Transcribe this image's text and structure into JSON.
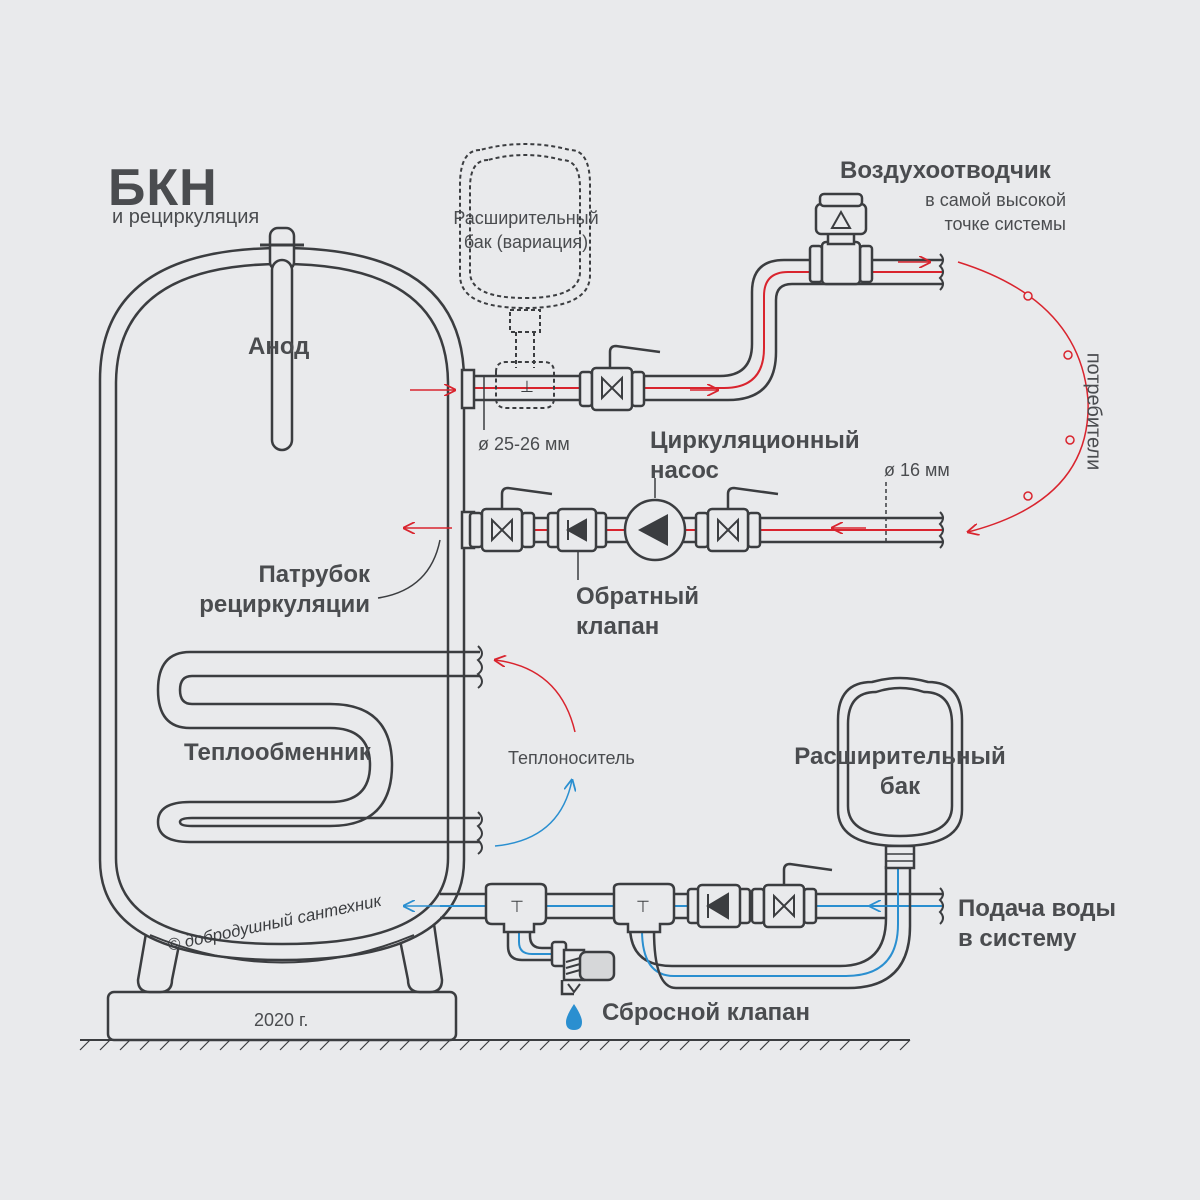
{
  "header": {
    "title": "БКН",
    "subtitle": "и рециркуляция"
  },
  "labels": {
    "anode": "Анод",
    "exp_tank_variant_line1": "Расширительный",
    "exp_tank_variant_line2": "бак (вариация)",
    "air_vent": "Воздухоотводчик",
    "air_vent_note_line1": "в самой высокой",
    "air_vent_note_line2": "точке системы",
    "consumers": "потребители",
    "diameter_main": "ø 25-26 мм",
    "diameter_return": "ø 16 мм",
    "pump_line1": "Циркуляционный",
    "pump_line2": "насос",
    "check_valve_line1": "Обратный",
    "check_valve_line2": "клапан",
    "recirc_nozzle_line1": "Патрубок",
    "recirc_nozzle_line2": "рециркуляции",
    "heat_exchanger": "Теплообменник",
    "heat_carrier": "Теплоноситель",
    "exp_tank_line1": "Расширительный",
    "exp_tank_line2": "бак",
    "water_supply_line1": "Подача воды",
    "water_supply_line2": "в систему",
    "relief_valve": "Сбросной клапан",
    "copyright": "© добродушный сантехник",
    "year": "2020 г."
  },
  "colors": {
    "hot": "#d9242e",
    "cold": "#2a8fd0",
    "outline": "#3b3d40",
    "background": "#e9eaec"
  },
  "icons": [
    "ball-valve-icon",
    "check-valve-icon",
    "pump-icon",
    "air-vent-icon",
    "tee-icon",
    "relief-valve-icon",
    "water-drop-icon"
  ]
}
